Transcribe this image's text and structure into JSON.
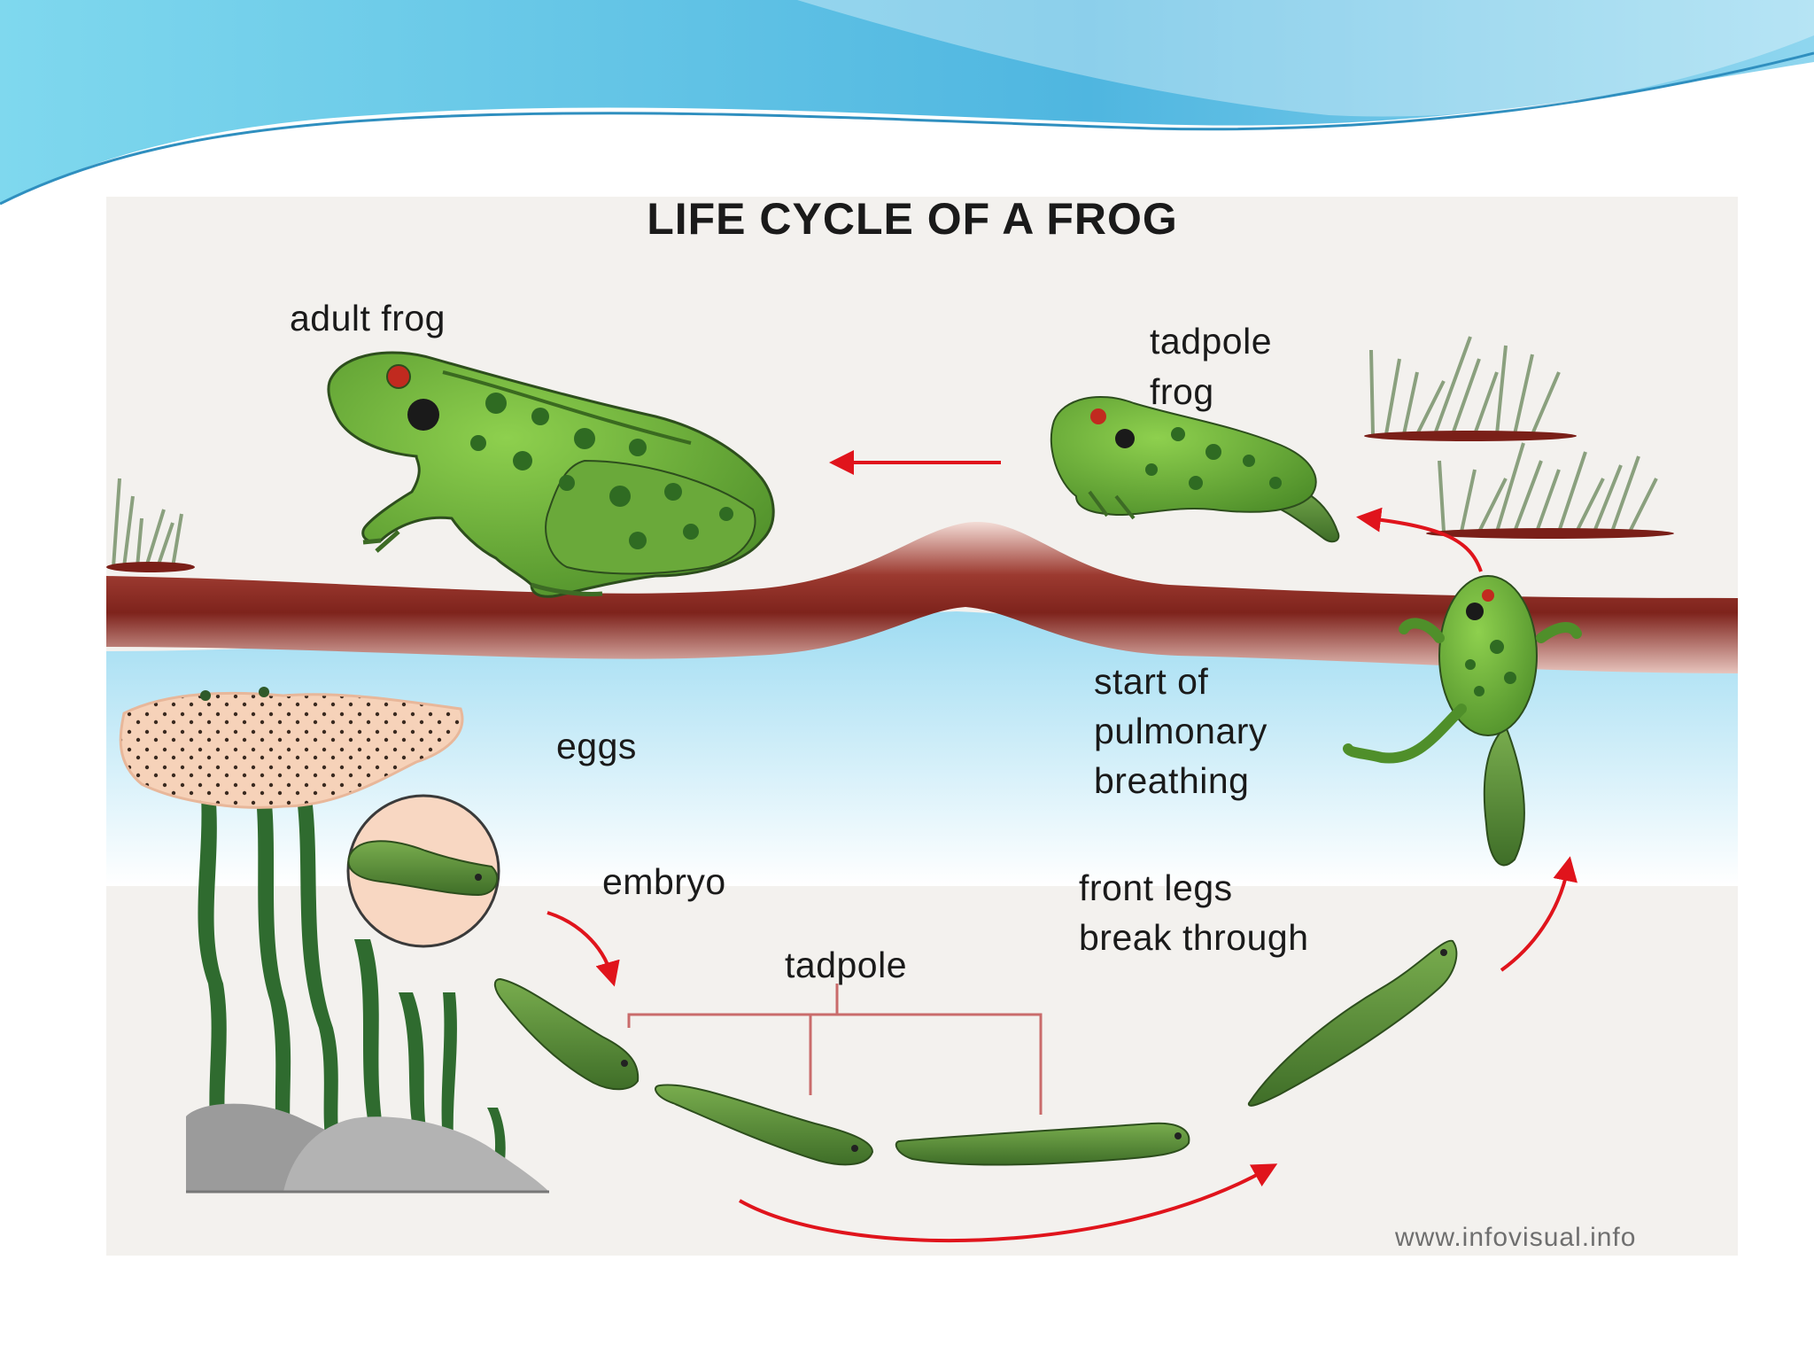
{
  "title": "LIFE CYCLE OF A FROG",
  "stages": {
    "adult_frog": "adult frog",
    "tadpole_frog_line1": "tadpole",
    "tadpole_frog_line2": "frog",
    "pulmonary_line1": "start of",
    "pulmonary_line2": "pulmonary",
    "pulmonary_line3": "breathing",
    "eggs": "eggs",
    "embryo": "embryo",
    "tadpole": "tadpole",
    "front_legs_line1": "front legs",
    "front_legs_line2": "break through"
  },
  "credit": "www.infovisual.info",
  "colors": {
    "frog_green": "#6fae3b",
    "frog_spot": "#2f6b22",
    "soil": "#8a2a22",
    "water": "#bfe6f5",
    "arrow": "#e0141c",
    "wave_blue": "#5fc4e6",
    "egg_mass": "#f5cdb2",
    "seaweed": "#2f6b2f",
    "rock": "#a5a5a5"
  }
}
